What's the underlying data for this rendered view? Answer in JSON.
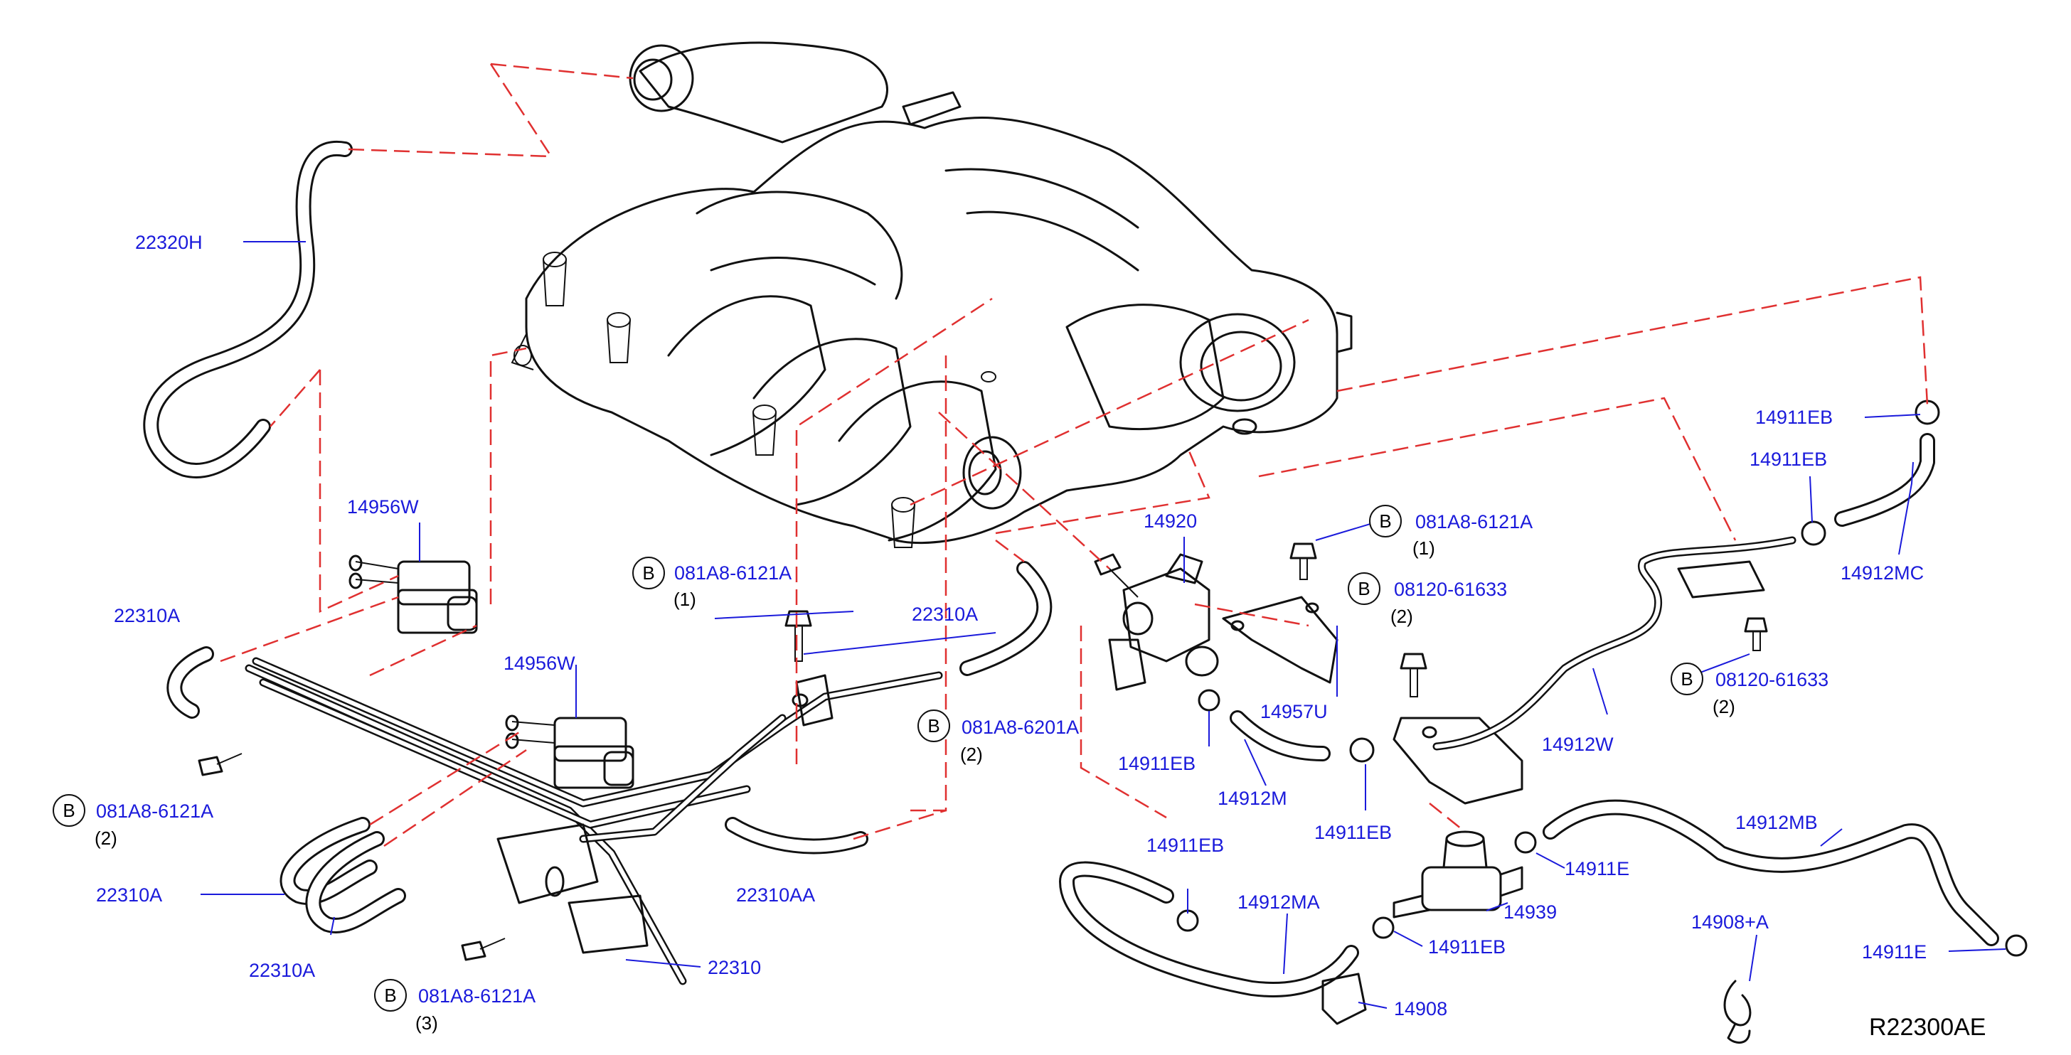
{
  "diagram_ref": "R22300AE",
  "bolt_marker": "B",
  "colors": {
    "part_number": "#1a1adb",
    "connector_line": "#e03030",
    "drawing": "#111111"
  },
  "parts": {
    "hose_22320H": "22320H",
    "valve_14956W_top": "14956W",
    "valve_14956W_mid": "14956W",
    "hose_22310A_top": "22310A",
    "hose_22310A_left": "22310A",
    "hose_22310A_bottom": "22310A",
    "hose_22310A_center": "22310A",
    "hose_22310AA": "22310AA",
    "tube_22310": "22310",
    "valve_14920": "14920",
    "bracket_14957U": "14957U",
    "clamp_14911EB_top": "14911EB",
    "clamp_14911EB_second": "14911EB",
    "clamp_14911EB_valve": "14911EB",
    "clamp_14911EB_mid": "14911EB",
    "clamp_14911EB_lower": "14911EB",
    "clamp_14911EB_bottom": "14911EB",
    "hose_14912MC": "14912MC",
    "hose_14912W": "14912W",
    "hose_14912M": "14912M",
    "hose_14912MA": "14912MA",
    "hose_14912MB": "14912MB",
    "clamp_14911E_upper": "14911E",
    "clamp_14911E_lower": "14911E",
    "canister_valve_14939": "14939",
    "clip_14908A": "14908+A",
    "clip_14908": "14908"
  },
  "bolts": {
    "b1": {
      "code": "081A8-6121A",
      "qty": "(1)"
    },
    "b2": {
      "code": "081A8-6121A",
      "qty": "(1)"
    },
    "b3": {
      "code": "08120-61633",
      "qty": "(2)"
    },
    "b4": {
      "code": "08120-61633",
      "qty": "(2)"
    },
    "b5": {
      "code": "081A8-6201A",
      "qty": "(2)"
    },
    "b6": {
      "code": "081A8-6121A",
      "qty": "(2)"
    },
    "b7": {
      "code": "081A8-6121A",
      "qty": "(3)"
    }
  }
}
